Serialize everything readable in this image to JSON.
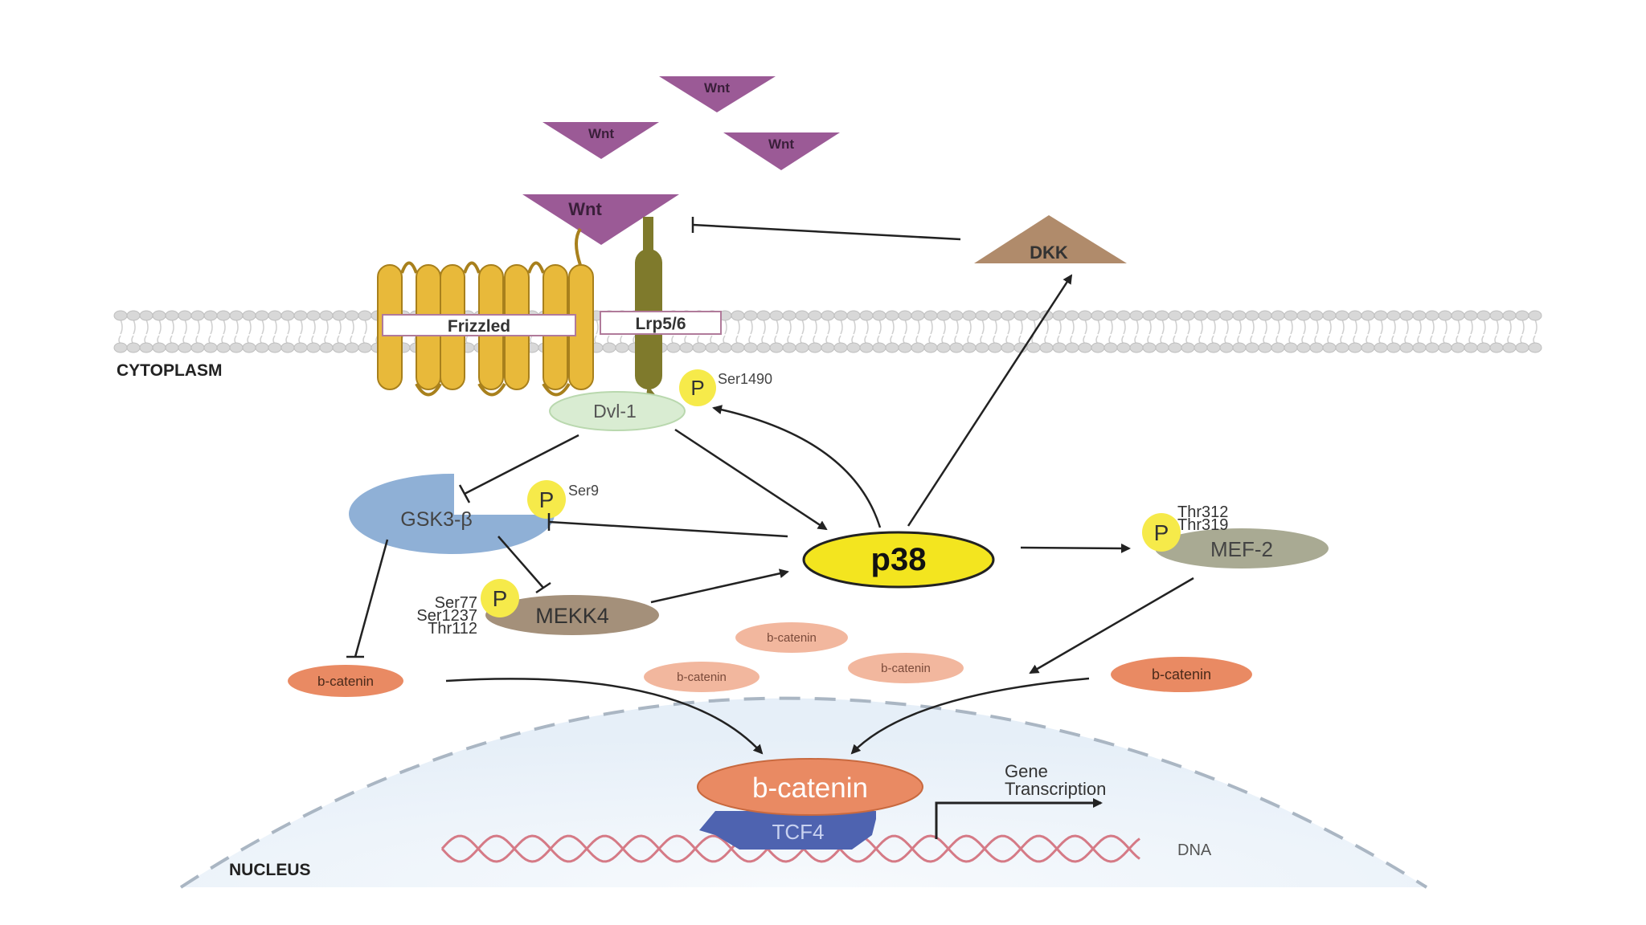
{
  "labels": {
    "wnt": "Wnt",
    "dkk": "DKK",
    "frizzled": "Frizzled",
    "lrp": "Lrp5/6",
    "cytoplasm": "CYTOPLASM",
    "nucleus": "NUCLEUS",
    "dvl": "Dvl-1",
    "gsk": "GSK3-β",
    "mekk4": "MEKK4",
    "p38": "p38",
    "mef2": "MEF-2",
    "bcatenin": "b-catenin",
    "tcf4": "TCF4",
    "dna": "DNA",
    "gene_line1": "Gene",
    "gene_line2": "Transcription",
    "p": "P",
    "ser1490": "Ser1490",
    "ser9": "Ser9",
    "ser77": "Ser77",
    "ser1237": "Ser1237",
    "thr112": "Thr112",
    "thr312": "Thr312",
    "thr319": "Thr319"
  },
  "colors": {
    "wnt": "#9b5a96",
    "dkk": "#b08b6b",
    "frizzled": "#e8b93a",
    "lrp": "#7f7a2c",
    "dvl": "#d9ecd2",
    "gsk": "#8fb0d6",
    "mekk4": "#a4907a",
    "p38": "#f3e51f",
    "phospho": "#f6ea4a",
    "mef2": "#a9aa93",
    "bcatenin": "#e98a63",
    "bcatenin_light": "#f2b79e",
    "tcf4": "#4e63b0",
    "nucleus_fill": "#eef4fa",
    "dna": "#d57a86",
    "membrane": "#d8d8d8"
  }
}
